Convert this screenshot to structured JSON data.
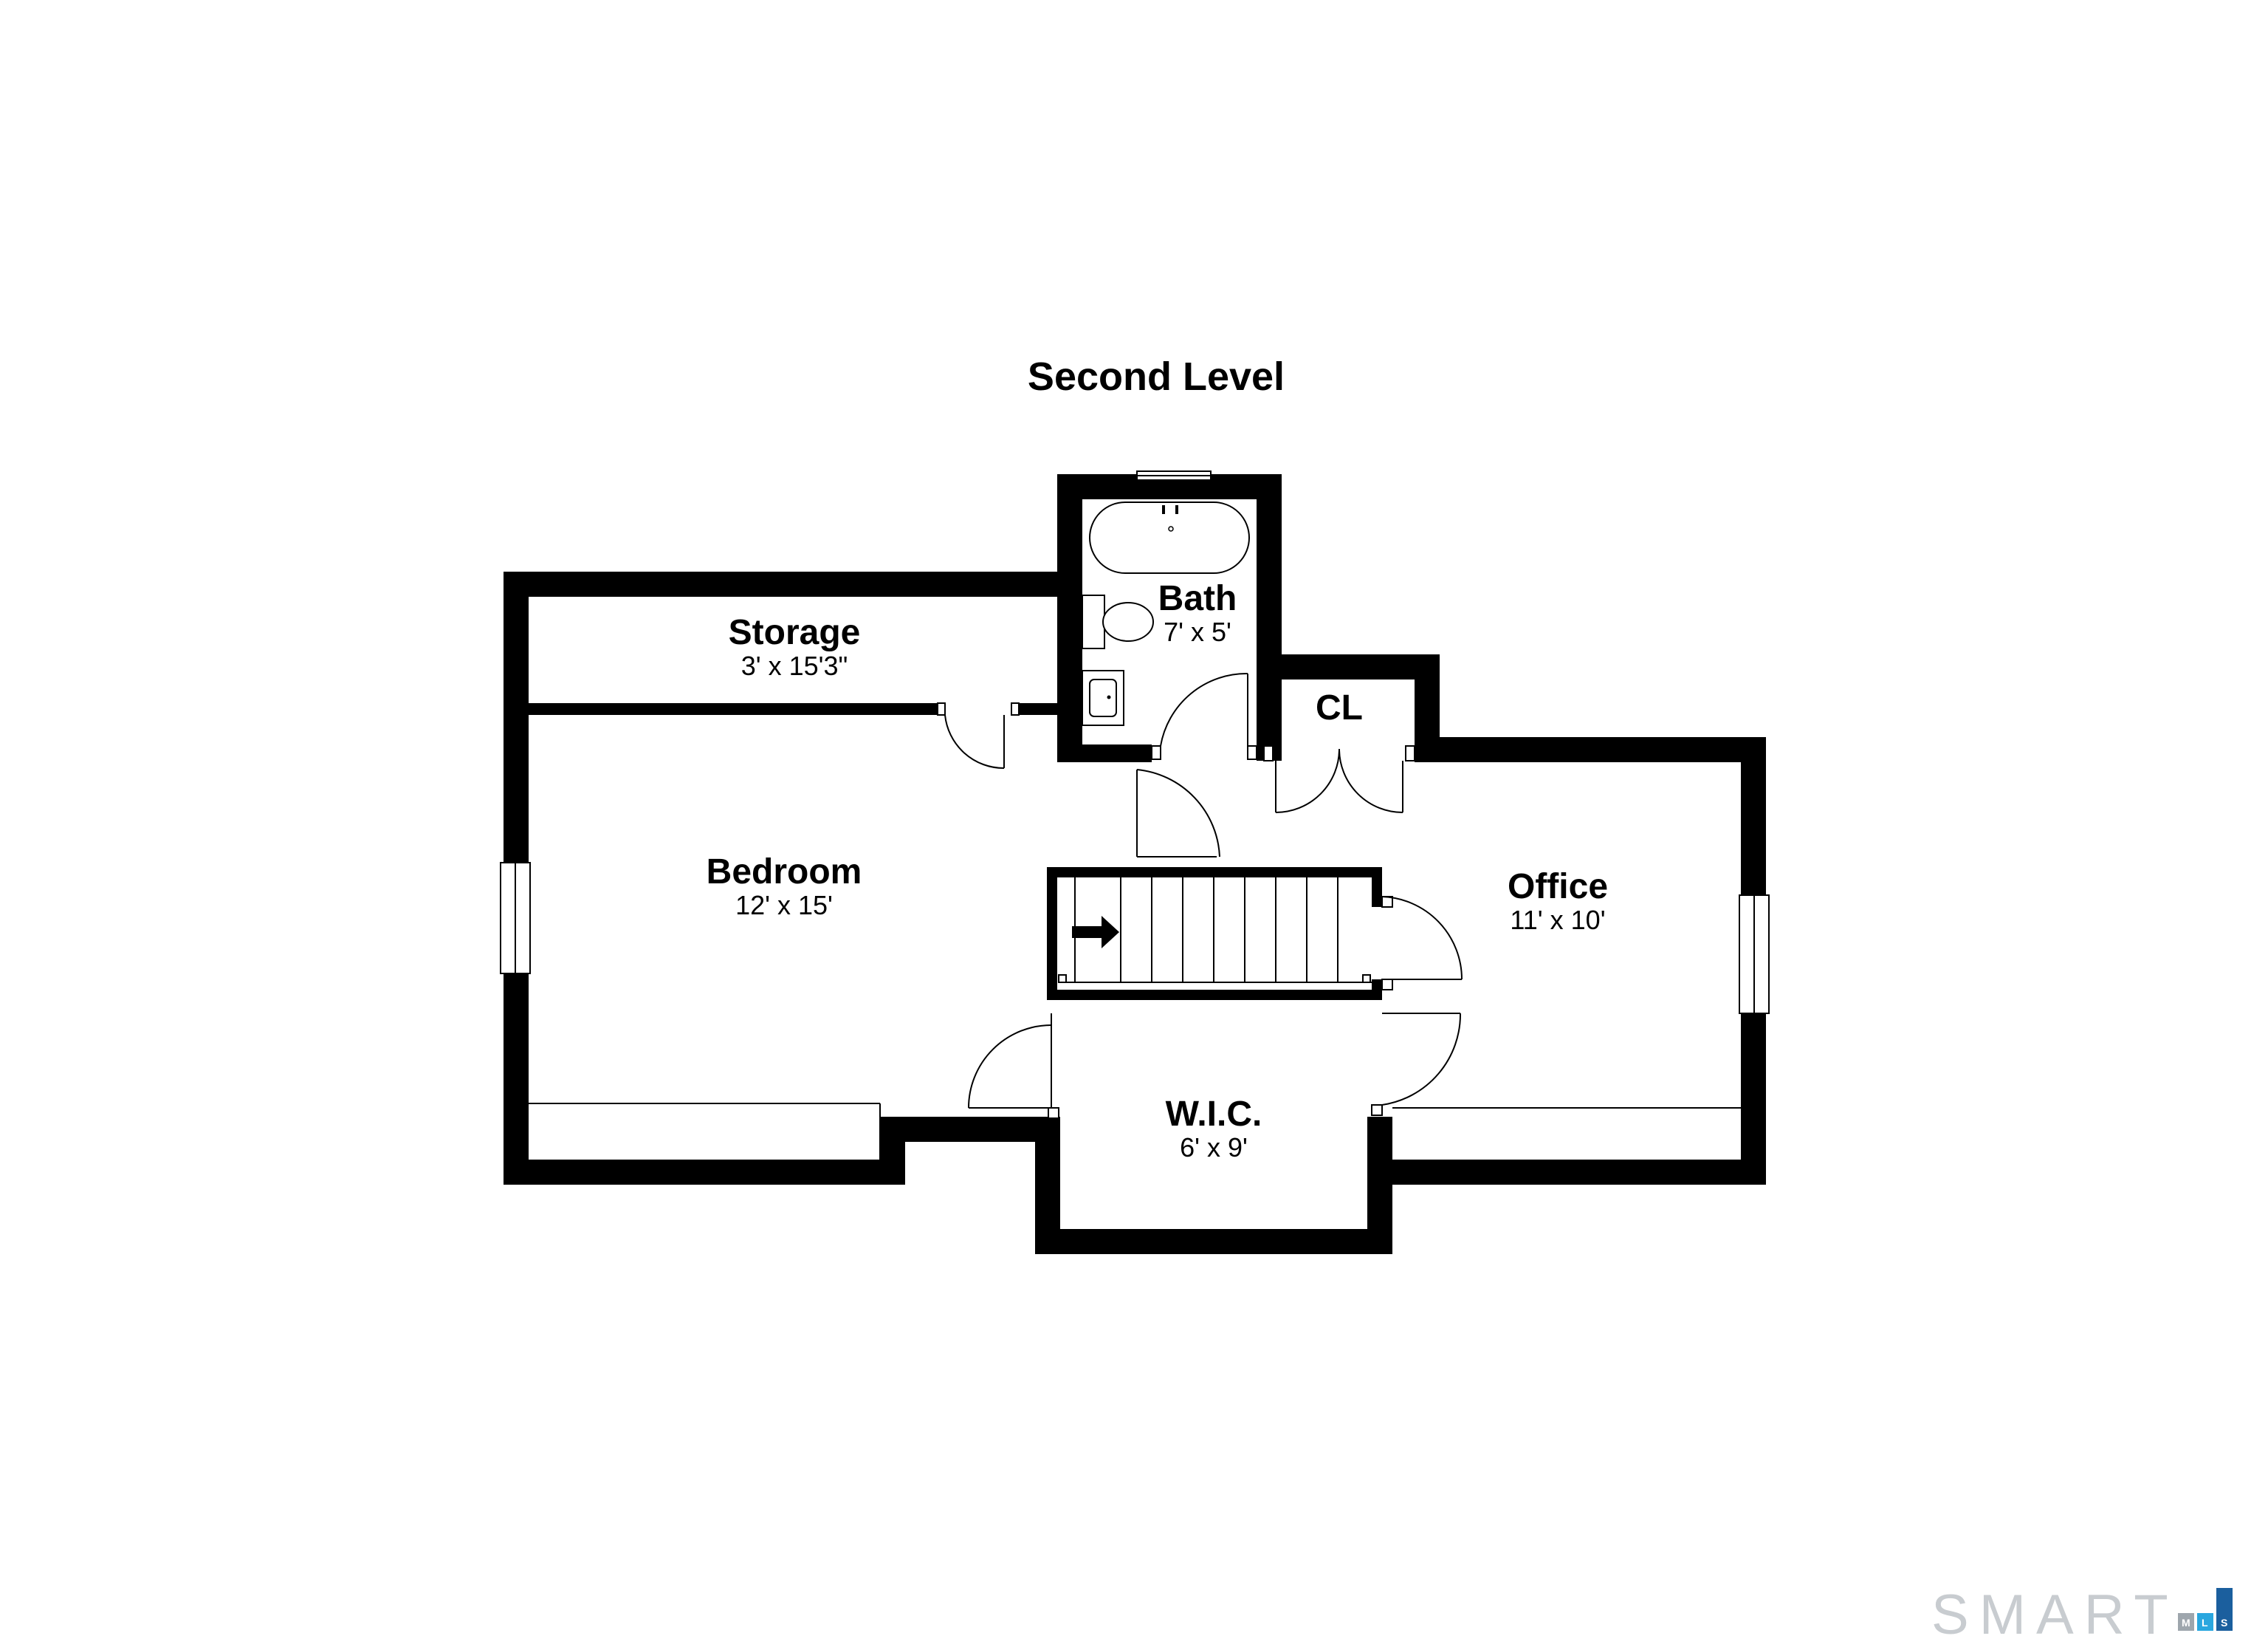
{
  "plan": {
    "title": "Second Level"
  },
  "rooms": [
    {
      "id": "bath",
      "name": "Bath",
      "size": "7' x 5'"
    },
    {
      "id": "storage",
      "name": "Storage",
      "size": "3' x 15'3\""
    },
    {
      "id": "closet",
      "name": "CL",
      "size": ""
    },
    {
      "id": "bedroom",
      "name": "Bedroom",
      "size": "12' x 15'"
    },
    {
      "id": "office",
      "name": "Office",
      "size": "11' x 10'"
    },
    {
      "id": "wic",
      "name": "W.I.C.",
      "size": "6' x 9'"
    }
  ],
  "logo": {
    "text": "SMART",
    "badge": [
      "M",
      "L",
      "S"
    ],
    "colors": {
      "text": "#c8ccd0",
      "badge_m": "#9ea6ad",
      "badge_l": "#2aa7df",
      "badge_s": "#1b5f9e"
    }
  },
  "colors": {
    "wall": "#000000",
    "background": "#ffffff"
  }
}
